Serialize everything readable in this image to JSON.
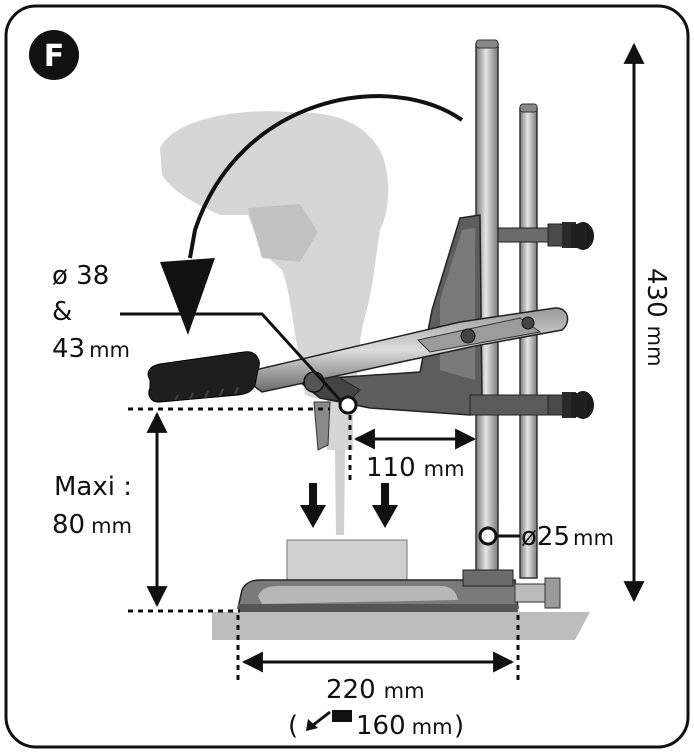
{
  "figure": {
    "badge_letter": "F",
    "colors": {
      "frame": "#111111",
      "drill_ghost": "#d9d9d9",
      "drill_ghost_dark": "#c4c4c4",
      "metal_dark": "#5a5a5a",
      "metal_mid": "#8c8c8c",
      "metal_light": "#cfcfcf",
      "handle_grip": "#1e1e1e",
      "bench": "#b9b9b9",
      "arrow": "#111111"
    },
    "icons": [
      "drill-ghost-icon",
      "drill-stand-icon",
      "rotation-arrow-icon",
      "diagonal-arrow-icon"
    ]
  },
  "labels": {
    "collar_l1": "ø 38",
    "collar_l2": "&",
    "collar_l3_num": "43",
    "collar_l3_unit": "mm",
    "height_num": "430",
    "height_unit": "mm",
    "reach_num": "110",
    "reach_unit": "mm",
    "maxi_l1": "Maxi :",
    "maxi_l2_num": "80",
    "maxi_l2_unit": "mm",
    "column_prefix": "ø",
    "column_num": "25",
    "column_unit": "mm",
    "base_num": "220",
    "base_unit": "mm",
    "diag_open": "(",
    "diag_num": "160",
    "diag_unit": "mm",
    "diag_close": ")"
  }
}
